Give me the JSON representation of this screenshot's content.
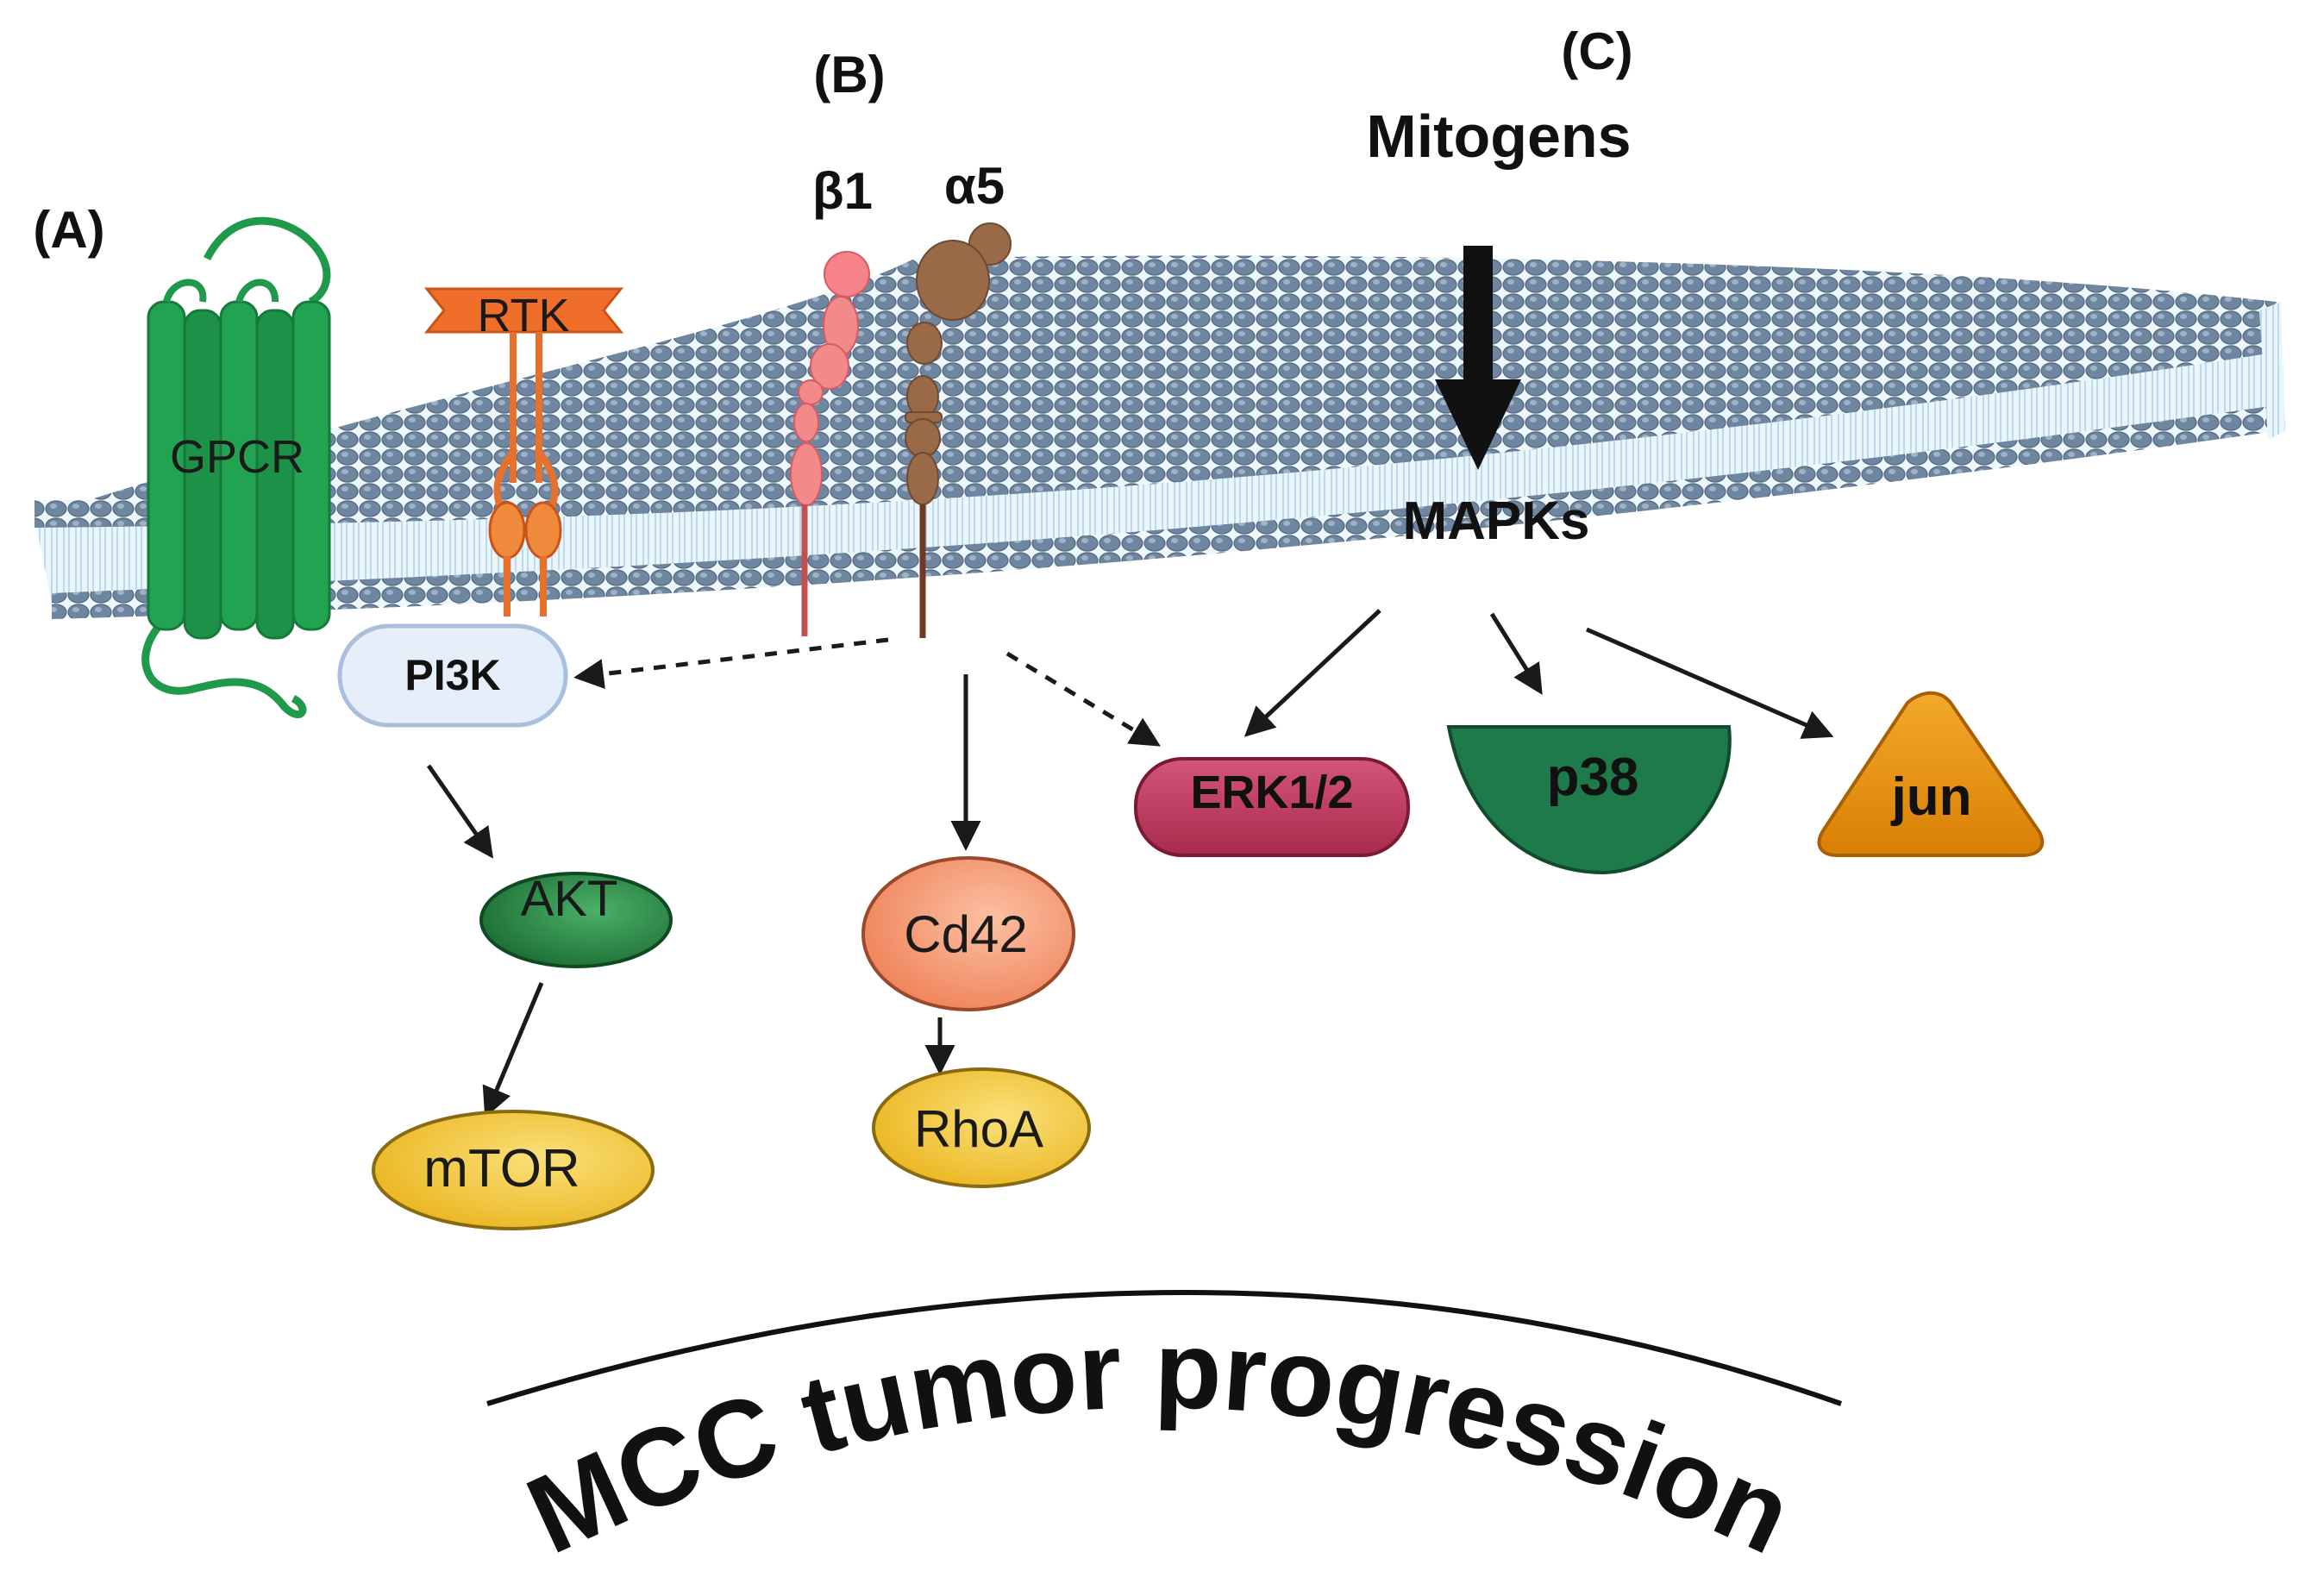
{
  "panels": {
    "a": "(A)",
    "b": "(B)",
    "c": "(C)"
  },
  "receptors": {
    "gpcr": "GPCR",
    "rtk": "RTK",
    "beta1": "β1",
    "alpha5": "α5"
  },
  "mitogens": "Mitogens",
  "mapks": "MAPKs",
  "nodes": {
    "pi3k": "PI3K",
    "akt": "AKT",
    "mtor": "mTOR",
    "cd42": "Cd42",
    "rhoa": "RhoA",
    "erk": "ERK1/2",
    "p38": "p38",
    "jun": "jun"
  },
  "outcome": "MCC tumor progression",
  "colors": {
    "membrane_head": "#6f86a0",
    "membrane_tail": "#e3f2fb",
    "gpcr": "#1f9a4a",
    "rtk": "#e8702a",
    "beta1": "#f28a8a",
    "alpha5": "#9a6a48",
    "pi3k": "#e6eef9",
    "akt": "#1e7a3a",
    "mtor": "#f2c22e",
    "cd42": "#f5946c",
    "rhoa": "#f2c22e",
    "erk": "#c23a5c",
    "p38": "#1e7a4a",
    "jun": "#e8920a"
  }
}
